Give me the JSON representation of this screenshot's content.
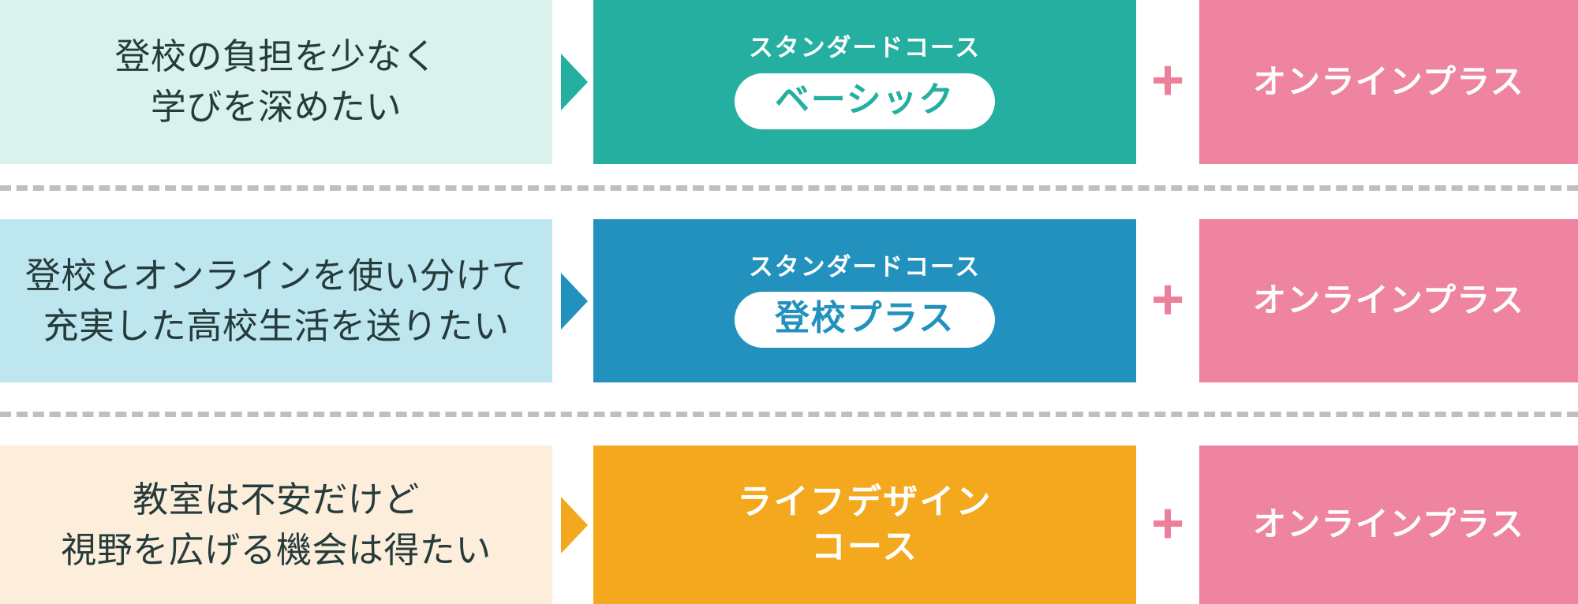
{
  "diagram": {
    "title": "course-selection-flow",
    "plus_symbol": "+",
    "arrow_symbol": "play-triangle"
  },
  "colors": {
    "row1_need_bg": "#dbf1ec",
    "row1_course_bg": "#25afa0",
    "row1_accent": "#25afa0",
    "row2_need_bg": "#bee6ef",
    "row2_course_bg": "#2291be",
    "row2_accent": "#2291be",
    "row3_need_bg": "#fceedb",
    "row3_course_bg": "#f3a81d",
    "row3_accent": "#f3a81d",
    "online_bg": "#ee849f",
    "plus_color": "#ee7f9b",
    "need_text": "#253b3c",
    "separator": "#bfbfbf"
  },
  "rows": [
    {
      "need": {
        "line1": "登校の負担を少なく",
        "line2": "学びを深めたい"
      },
      "course": {
        "kicker": "スタンダードコース",
        "pill_label": "ベーシック",
        "has_pill": true
      },
      "plus": "+",
      "online": {
        "label": "オンラインプラス"
      }
    },
    {
      "need": {
        "line1": "登校とオンラインを使い分けて",
        "line2": "充実した高校生活を送りたい"
      },
      "course": {
        "kicker": "スタンダードコース",
        "pill_label": "登校プラス",
        "has_pill": true
      },
      "plus": "+",
      "online": {
        "label": "オンラインプラス"
      }
    },
    {
      "need": {
        "line1": "教室は不安だけど",
        "line2": "視野を広げる機会は得たい"
      },
      "course": {
        "kicker": "",
        "plain_line1": "ライフデザイン",
        "plain_line2": "コース",
        "has_pill": false
      },
      "plus": "+",
      "online": {
        "label": "オンラインプラス"
      }
    }
  ]
}
